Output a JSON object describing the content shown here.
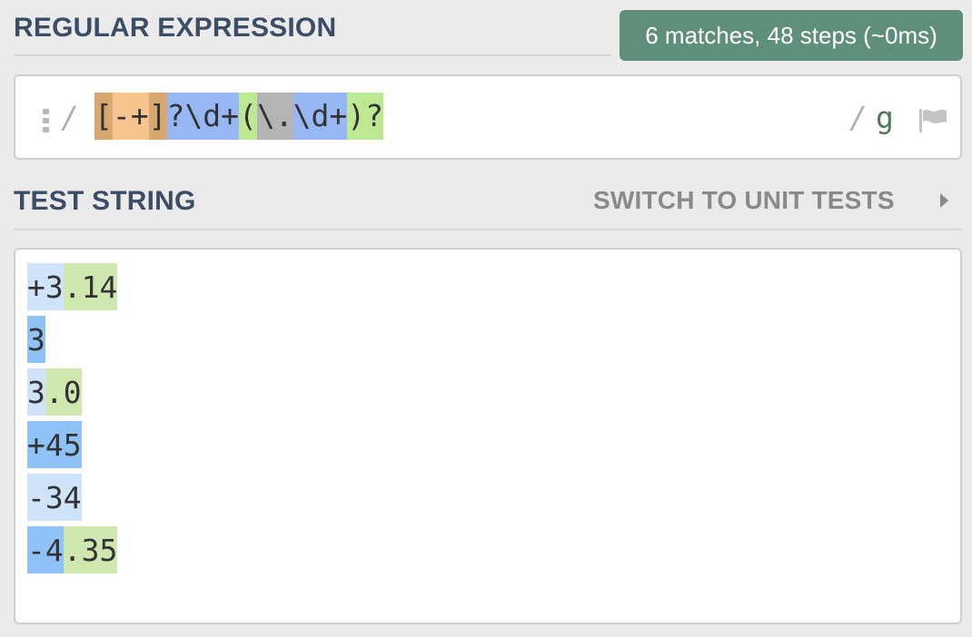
{
  "regex_section": {
    "title": "REGULAR EXPRESSION",
    "match_info": "6 matches, 48 steps (~0ms)",
    "delimiter_open": "/",
    "delimiter_close": "/",
    "flags": "g",
    "tokens": [
      {
        "text": "[",
        "kind": "set-bracket"
      },
      {
        "text": "-+",
        "kind": "set-inner"
      },
      {
        "text": "]",
        "kind": "set-bracket"
      },
      {
        "text": "?\\d+",
        "kind": "quant"
      },
      {
        "text": "(",
        "kind": "group"
      },
      {
        "text": "\\.",
        "kind": "escape"
      },
      {
        "text": "\\d+",
        "kind": "quant"
      },
      {
        "text": ")?",
        "kind": "group"
      }
    ]
  },
  "test_section": {
    "title": "TEST STRING",
    "switch_label": "SWITCH TO UNIT TESTS",
    "lines": [
      {
        "segments": [
          {
            "text": "+3",
            "kind": "m-light"
          },
          {
            "text": ".14",
            "kind": "g-light"
          }
        ]
      },
      {
        "segments": [
          {
            "text": "3",
            "kind": "m-dark"
          }
        ]
      },
      {
        "segments": [
          {
            "text": "3",
            "kind": "m-light"
          },
          {
            "text": ".0",
            "kind": "g-light"
          }
        ]
      },
      {
        "segments": [
          {
            "text": "+45",
            "kind": "m-dark"
          }
        ]
      },
      {
        "segments": [
          {
            "text": "-34",
            "kind": "m-light"
          }
        ]
      },
      {
        "segments": [
          {
            "text": "-4",
            "kind": "m-dark"
          },
          {
            "text": ".35",
            "kind": "g-light"
          }
        ]
      }
    ]
  },
  "icons": {
    "drag": "drag-handle-icon",
    "flag": "flag-icon",
    "arrow": "chevron-right-icon"
  },
  "colors": {
    "title": "#3c4d66",
    "badge": "#5f8f7a",
    "flag_g": "#4e7a55",
    "match_light": "#cfe3fb",
    "match_dark": "#8fc3f8",
    "group_light": "#cfe8b0"
  }
}
